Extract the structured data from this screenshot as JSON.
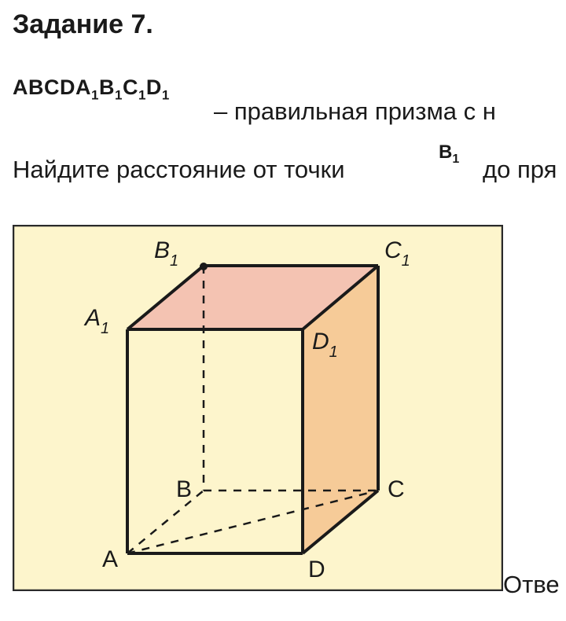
{
  "task": {
    "title": "Задание 7.",
    "prism_parts": [
      "ABCDA",
      "1",
      "B",
      "1",
      "C",
      "1",
      "D",
      "1"
    ],
    "line1_text": "– правильная призма с н",
    "line2_text": "Найдите расстояние от точки",
    "point_main": "B",
    "point_sub": "1",
    "line2_end": "до пря",
    "answer_label": "Отве"
  },
  "figure": {
    "labels": {
      "B1": "B",
      "C1": "C",
      "A1": "A",
      "D1": "D",
      "sub": "1",
      "B": "B",
      "C": "C",
      "A": "A",
      "D": "D"
    },
    "colors": {
      "background": "#fdf5cc",
      "top_face": "#f4c3b2",
      "side_face": "#f6cb98",
      "edge": "#1a1a1a",
      "border": "#2a2a2a"
    }
  }
}
